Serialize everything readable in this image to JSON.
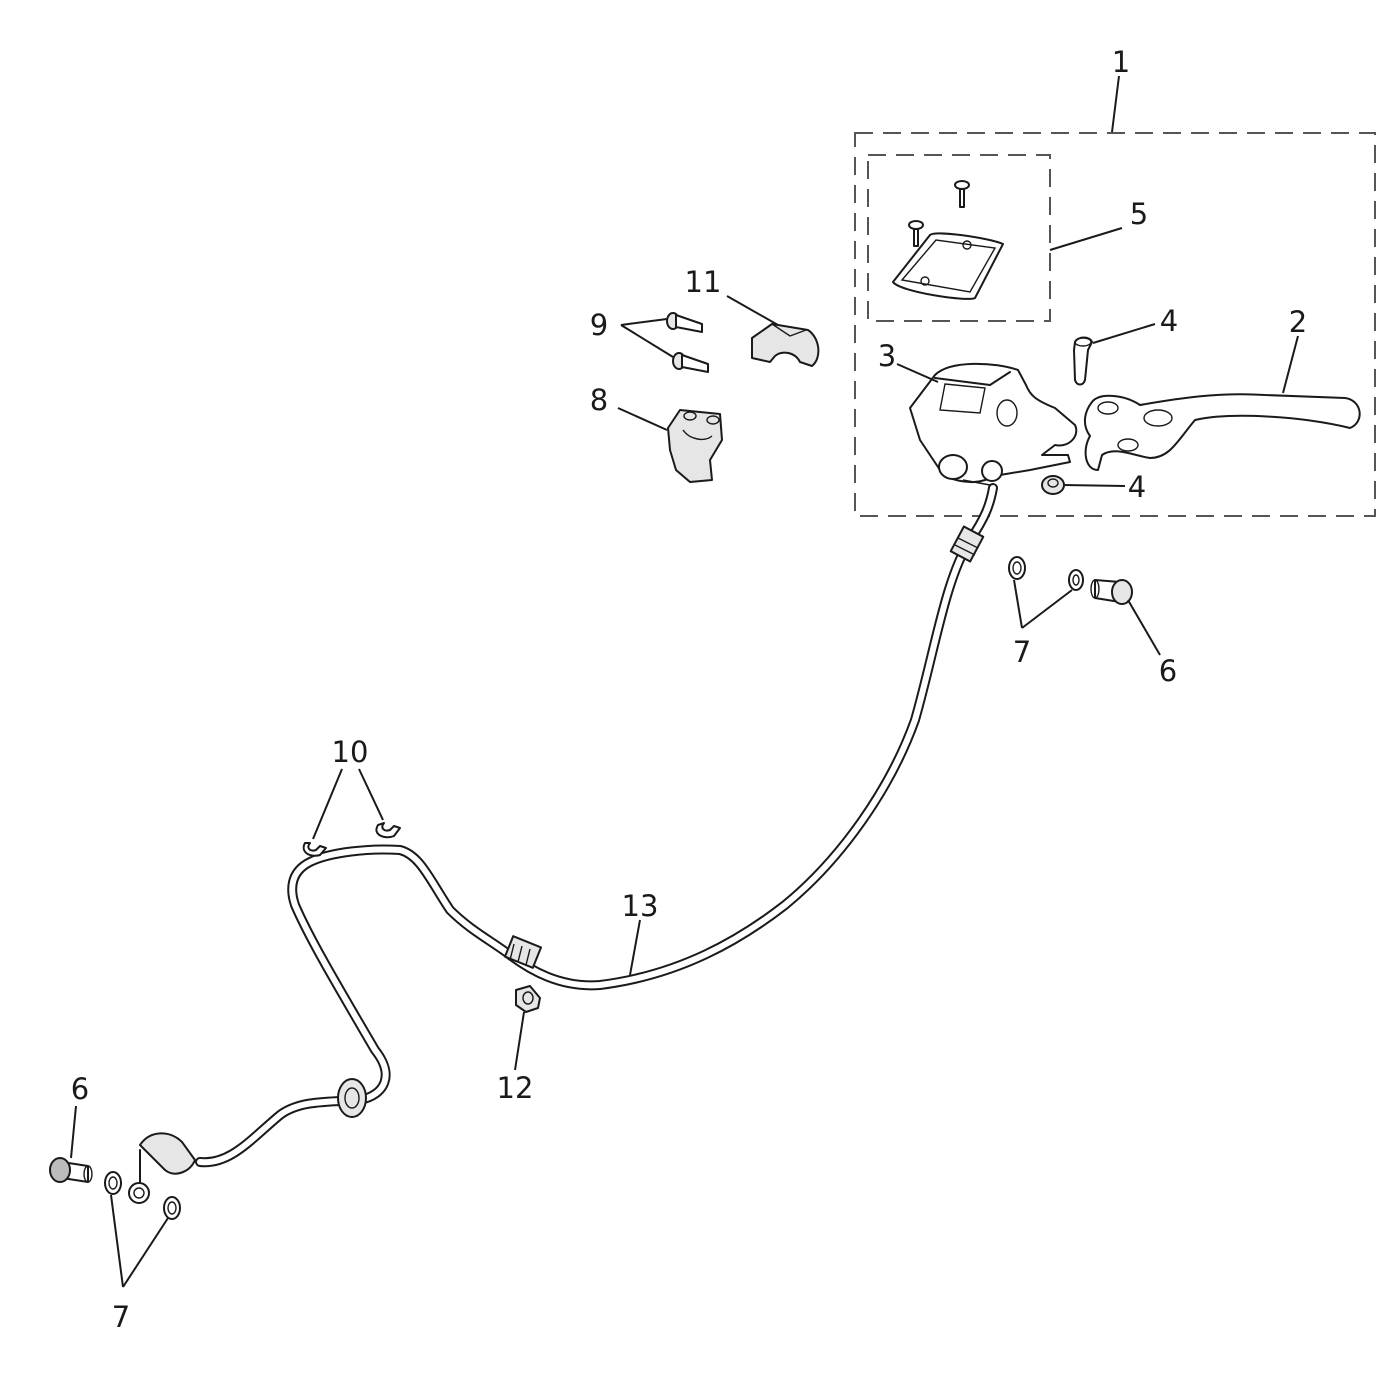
{
  "callouts": {
    "c1": "1",
    "c2": "2",
    "c3": "3",
    "c4a": "4",
    "c4b": "4",
    "c5": "5",
    "c6a": "6",
    "c6b": "6",
    "c7a": "7",
    "c7b": "7",
    "c8": "8",
    "c9": "9",
    "c10": "10",
    "c11": "11",
    "c12": "12",
    "c13": "13"
  }
}
